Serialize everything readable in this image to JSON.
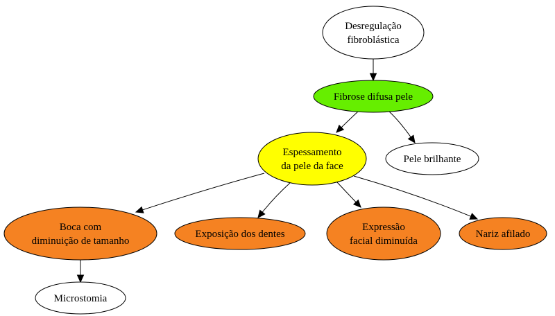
{
  "diagram": {
    "nodes": {
      "desregulacao": {
        "lines": [
          "Desregulação",
          "fibroblástica"
        ],
        "fill": "#ffffff"
      },
      "fibrose": {
        "lines": [
          "Fibrose difusa pele"
        ],
        "fill": "#66ee00"
      },
      "espessamento": {
        "lines": [
          "Espessamento",
          "da pele da face"
        ],
        "fill": "#ffff00"
      },
      "pele_brilhante": {
        "lines": [
          "Pele brilhante"
        ],
        "fill": "#ffffff"
      },
      "boca": {
        "lines": [
          "Boca com",
          "diminuição de tamanho"
        ],
        "fill": "#f58222"
      },
      "exposicao": {
        "lines": [
          "Exposição dos dentes"
        ],
        "fill": "#f58222"
      },
      "expressao": {
        "lines": [
          "Expressão",
          "facial diminuída"
        ],
        "fill": "#f58222"
      },
      "nariz": {
        "lines": [
          "Nariz afilado"
        ],
        "fill": "#f58222"
      },
      "microstomia": {
        "lines": [
          "Microstomia"
        ],
        "fill": "#ffffff"
      }
    },
    "edges": [
      [
        "desregulacao",
        "fibrose"
      ],
      [
        "fibrose",
        "espessamento"
      ],
      [
        "fibrose",
        "pele_brilhante"
      ],
      [
        "espessamento",
        "boca"
      ],
      [
        "espessamento",
        "exposicao"
      ],
      [
        "espessamento",
        "expressao"
      ],
      [
        "espessamento",
        "nariz"
      ],
      [
        "boca",
        "microstomia"
      ]
    ]
  }
}
